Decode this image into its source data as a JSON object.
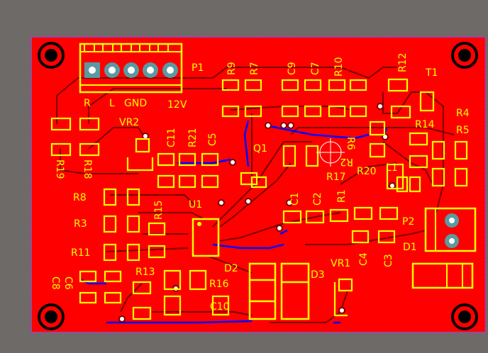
{
  "board": {
    "colors": {
      "background": "#6e6a67",
      "copper": "#ff0000",
      "silkscreen": "#ffff00",
      "bottom_trace": "#0000ff",
      "outline": "#ff00ff",
      "hole": "#000000",
      "pad_via": "#5a9aa0"
    }
  },
  "labels": {
    "p1": "P1",
    "r": "R",
    "l": "L",
    "gnd": "GND",
    "v12": "12V",
    "r9": "R9",
    "r7": "R7",
    "c9": "C9",
    "c7": "C7",
    "r10": "R10",
    "r12": "R12",
    "t1": "T1",
    "r4": "R4",
    "r5": "R5",
    "r14": "R14",
    "vr2": "VR2",
    "c11": "C11",
    "r21": "R21",
    "c5": "C5",
    "q1": "Q1",
    "r6": "R6",
    "r2": "R2",
    "r17": "R17",
    "r20": "R20",
    "l1": "L1",
    "r19": "R19",
    "r18": "R18",
    "r8": "R8",
    "r15": "R15",
    "u1": "U1",
    "c1": "C1",
    "c2": "C2",
    "r1": "R1",
    "p2": "P2",
    "r3": "R3",
    "r11": "R11",
    "c4": "C4",
    "c3": "C3",
    "d1": "D1",
    "r13": "R13",
    "d2": "D2",
    "d3": "D3",
    "vr1": "VR1",
    "c8": "C8",
    "c6": "C6",
    "r16": "R16",
    "c10": "C10"
  }
}
